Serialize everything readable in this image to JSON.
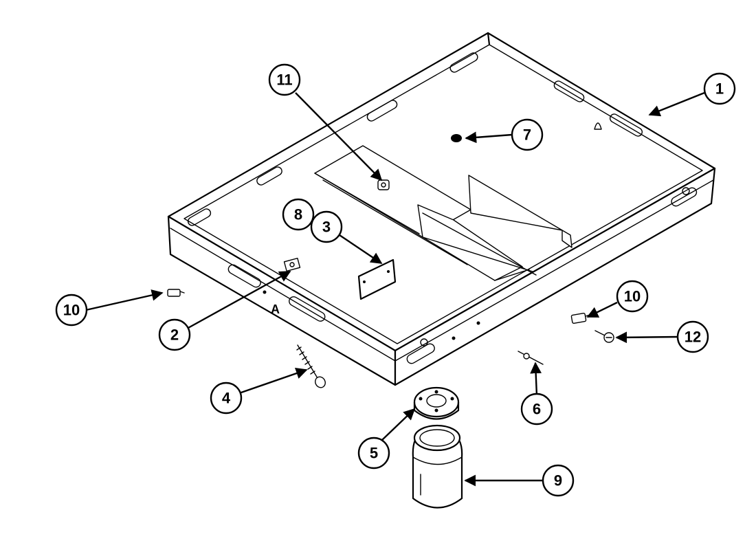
{
  "diagram": {
    "callouts": [
      {
        "id": "1",
        "label": "1"
      },
      {
        "id": "2",
        "label": "2"
      },
      {
        "id": "3",
        "label": "3"
      },
      {
        "id": "4",
        "label": "4"
      },
      {
        "id": "5",
        "label": "5"
      },
      {
        "id": "6",
        "label": "6"
      },
      {
        "id": "7",
        "label": "7"
      },
      {
        "id": "8",
        "label": "8"
      },
      {
        "id": "9",
        "label": "9"
      },
      {
        "id": "10a",
        "label": "10"
      },
      {
        "id": "10b",
        "label": "10"
      },
      {
        "id": "11",
        "label": "11"
      },
      {
        "id": "12",
        "label": "12"
      }
    ],
    "pan_marking": "A",
    "colors": {
      "ink": "#000000",
      "paper": "#ffffff"
    }
  }
}
